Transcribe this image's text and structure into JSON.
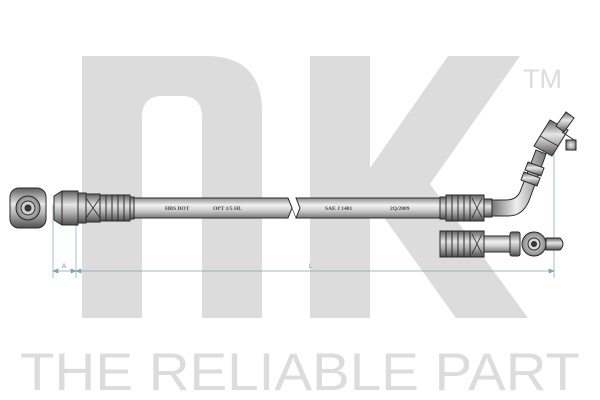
{
  "watermark": {
    "brand": "nk",
    "trademark": "TM",
    "tagline": "THE RELIABLE PART",
    "color": "#dcdcdc"
  },
  "hose": {
    "print_segments": [
      "HBS DOT",
      "OPT 1/5 HL",
      "SAE J 1401",
      "2Q/2009"
    ]
  },
  "dimensions": {
    "a_label": "A",
    "l_label": "L",
    "line_color": "#7aa5b3"
  },
  "colors": {
    "outline": "#2a2a2a",
    "metal_dark": "#6d6d6d",
    "metal_mid": "#b4b4b4",
    "metal_light": "#ececec"
  }
}
